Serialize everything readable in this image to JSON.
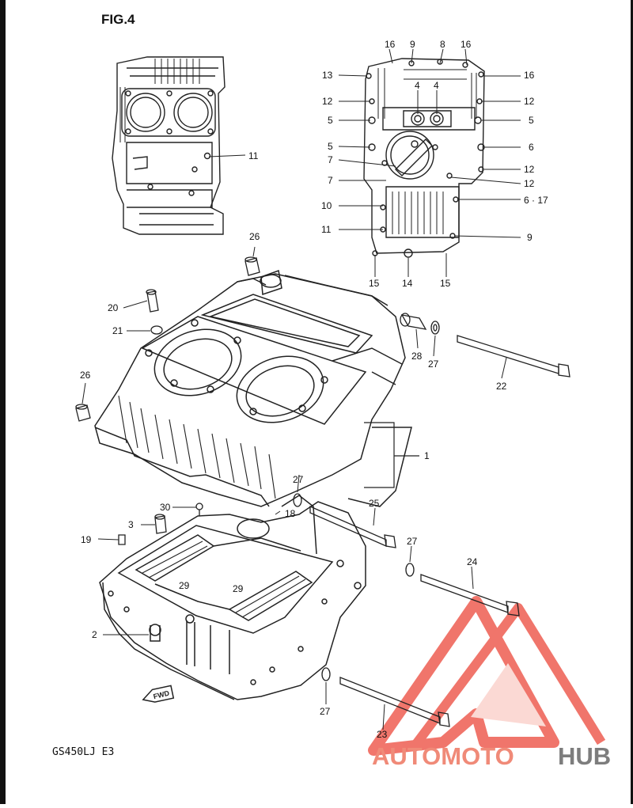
{
  "figure": {
    "title": "FIG.4",
    "model": "GS450LJ  E3",
    "fwd": "FWD"
  },
  "watermark": {
    "brand_a": "AUTOMOTO",
    "brand_b": "HUB",
    "color_accent": "#f08a78",
    "color_dark": "#7d7d7d",
    "color_tri": "#ee5e52"
  },
  "callouts": [
    "16",
    "9",
    "8",
    "16",
    "13",
    "16",
    "12",
    "12",
    "5",
    "5",
    "4",
    "4",
    "5",
    "6",
    "7",
    "12",
    "7",
    "12",
    "10",
    "6 · 17",
    "11",
    "9",
    "15",
    "14",
    "15",
    "11",
    "26",
    "20",
    "21",
    "28",
    "27",
    "22",
    "26",
    "1",
    "27",
    "30",
    "18",
    "25",
    "3",
    "19",
    "27",
    "24",
    "29",
    "29",
    "2",
    "27",
    "23"
  ]
}
